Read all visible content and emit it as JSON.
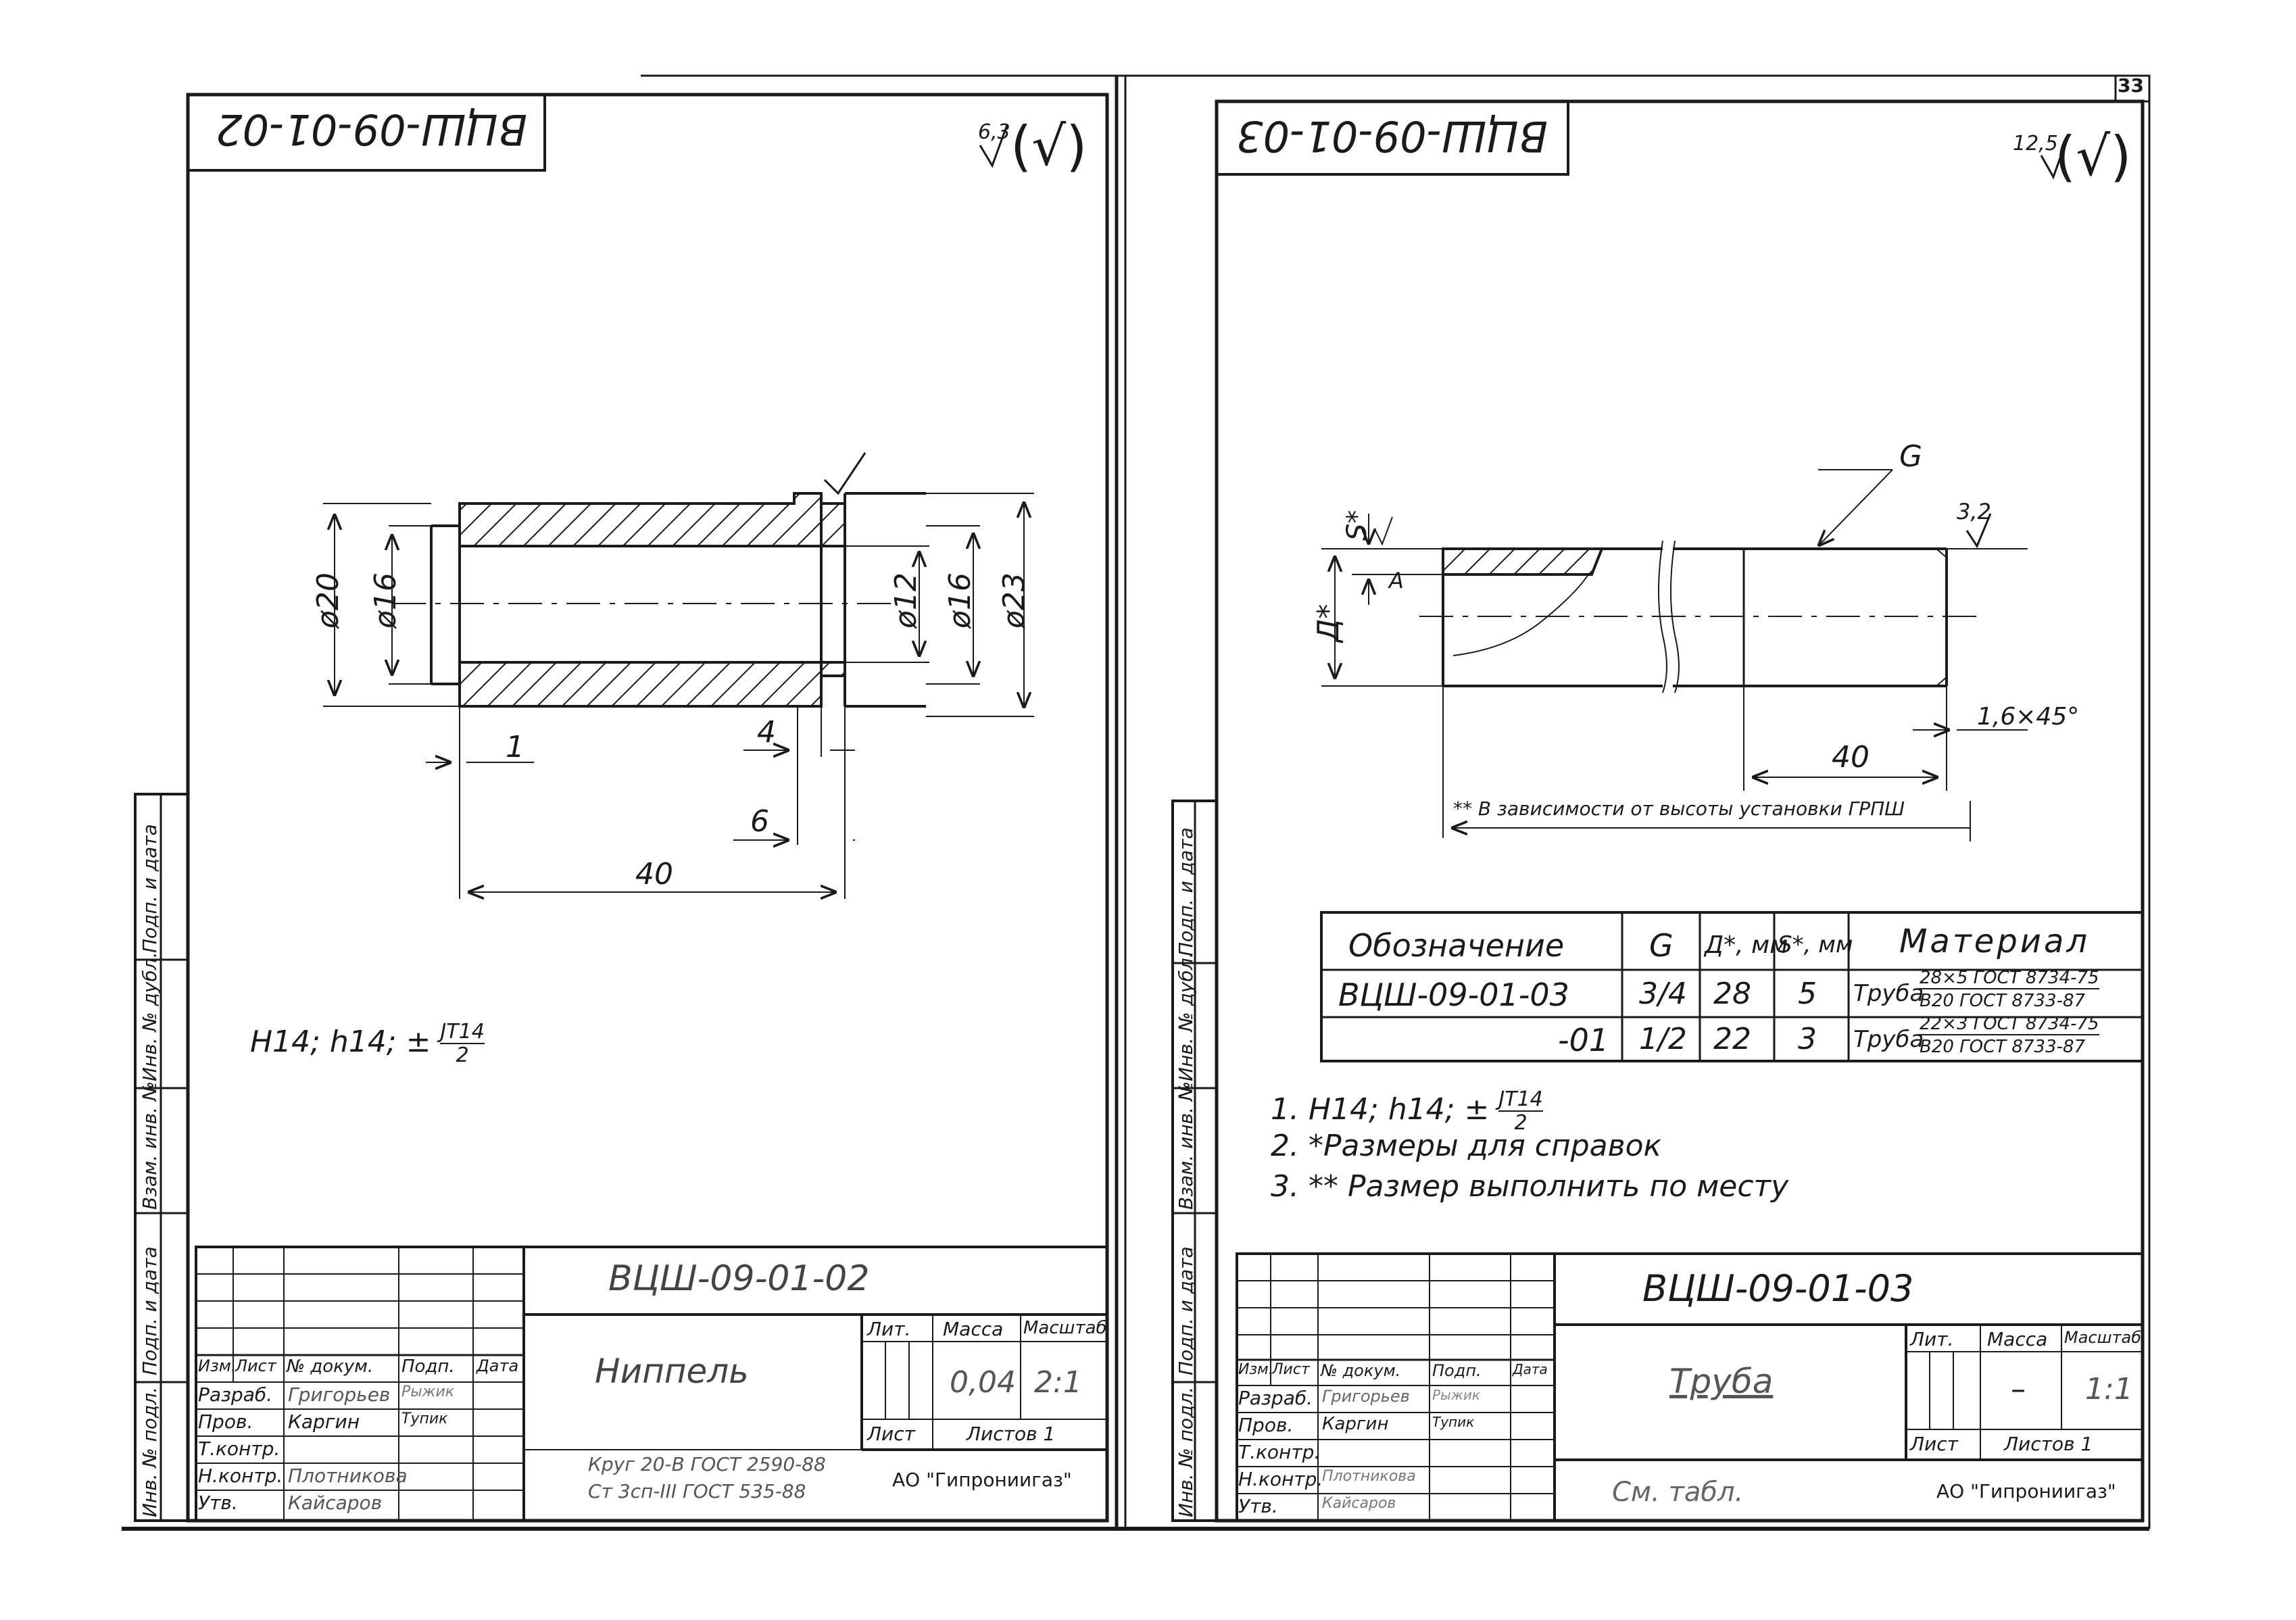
{
  "page_number": "33",
  "left_sheet": {
    "stamp_code": "ВЦШ-09-01-02",
    "roughness": "6,3",
    "dimensions": {
      "d20": "ø20",
      "d16_left": "ø16",
      "d12": "ø12",
      "d16_right": "ø16",
      "d23": "ø23",
      "dim_1": "1",
      "dim_4": "4",
      "dim_6": "6",
      "dim_40": "40"
    },
    "tolerance_note": "H14; h14; ±",
    "tolerance_fraction_top": "JT14",
    "tolerance_fraction_bottom": "2",
    "title_block": {
      "designation": "ВЦШ-09-01-02",
      "name": "Ниппель",
      "headers": {
        "izm": "Изм.",
        "list": "Лист",
        "doc": "№ докум.",
        "sign": "Подп.",
        "date": "Дата"
      },
      "rows": [
        {
          "role": "Разраб.",
          "name": "Григорьев",
          "sign": "Рыжик"
        },
        {
          "role": "Пров.",
          "name": "Каргин",
          "sign": "Тупик"
        },
        {
          "role": "Т.контр.",
          "name": "",
          "sign": ""
        },
        {
          "role": "Н.контр.",
          "name": "Плотникова",
          "sign": ""
        },
        {
          "role": "Утв.",
          "name": "Кайсаров",
          "sign": ""
        }
      ],
      "lit_label": "Лит.",
      "mass_label": "Масса",
      "scale_label": "Масштаб",
      "mass": "0,04",
      "scale": "2:1",
      "sheet_label": "Лист",
      "sheets_label": "Листов 1",
      "material_line1": "Круг 20-В ГОСТ 2590-88",
      "material_line2": "Ст 3сп-III ГОСТ 535-88",
      "org": "АО \"Гипрониигаз\""
    },
    "side_labels": [
      "Подп. и дата",
      "Инв. № дубл.",
      "Взам. инв. №",
      "Подп. и дата",
      "Инв. № подл."
    ]
  },
  "right_sheet": {
    "stamp_code": "ВЦШ-09-01-03",
    "roughness": "12,5",
    "labels": {
      "G": "G",
      "surface_32": "3,2",
      "S": "S*",
      "D": "Д*",
      "A": "A",
      "chamfer": "1,6×45°",
      "dim_40": "40",
      "note_span": "** В зависимости от высоты установки ГРПШ"
    },
    "table": {
      "headers": [
        "Обозначение",
        "G",
        "Д*, мм",
        "S*, мм",
        "Материал"
      ],
      "rows": [
        {
          "designation": "ВЦШ-09-01-03",
          "G": "3/4",
          "D": "28",
          "S": "5",
          "mat_prefix": "Труба",
          "mat_top": "28×5 ГОСТ 8734-75",
          "mat_bottom": "В20 ГОСТ 8733-87"
        },
        {
          "designation": "-01",
          "G": "1/2",
          "D": "22",
          "S": "3",
          "mat_prefix": "Труба",
          "mat_top": "22×3 ГОСТ 8734-75",
          "mat_bottom": "В20 ГОСТ 8733-87"
        }
      ]
    },
    "notes": [
      "1. H14; h14; ±",
      "2. *Размеры для справок",
      "3. ** Размер выполнить по месту"
    ],
    "note1_fraction_top": "JT14",
    "note1_fraction_bottom": "2",
    "title_block": {
      "designation": "ВЦШ-09-01-03",
      "name": "Труба",
      "headers": {
        "izm": "Изм.",
        "list": "Лист",
        "doc": "№ докум.",
        "sign": "Подп.",
        "date": "Дата"
      },
      "rows": [
        {
          "role": "Разраб.",
          "name": "Григорьев",
          "sign": "Рыжик"
        },
        {
          "role": "Пров.",
          "name": "Каргин",
          "sign": "Тупик"
        },
        {
          "role": "Т.контр.",
          "name": "",
          "sign": ""
        },
        {
          "role": "Н.контр.",
          "name": "Плотникова",
          "sign": ""
        },
        {
          "role": "Утв.",
          "name": "Кайсаров",
          "sign": ""
        }
      ],
      "lit_label": "Лит.",
      "mass_label": "Масса",
      "scale_label": "Масштаб",
      "mass": "–",
      "scale": "1:1",
      "sheet_label": "Лист",
      "sheets_label": "Листов 1",
      "material": "См. табл.",
      "org": "АО \"Гипрониигаз\""
    },
    "side_labels": [
      "Подп. и дата",
      "Инв. № дубл.",
      "Взам. инв. №",
      "Подп. и дата",
      "Инв. № подл."
    ]
  }
}
